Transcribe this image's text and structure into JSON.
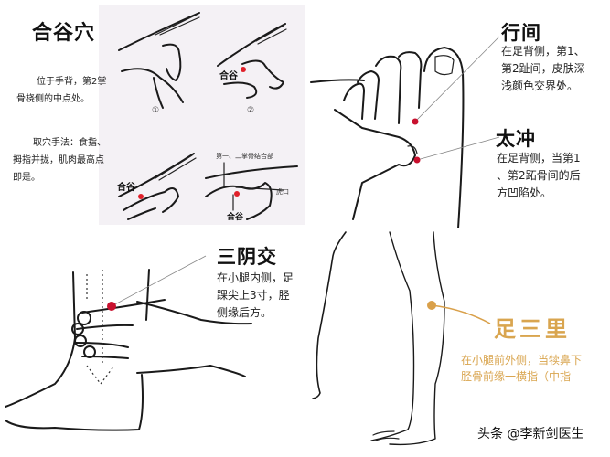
{
  "panels": {
    "hegu": {
      "title": "合谷穴",
      "location_text": [
        "位于手背，第2掌",
        "骨桡侧的中点处。"
      ],
      "method_text": [
        "取穴手法：食指、",
        "拇指并拢，肌肉最高点",
        "即是。"
      ],
      "figure_labels": {
        "fig1": "①",
        "fig2": "②",
        "point_label_fig2": "合谷",
        "point_label_fig3": "合谷",
        "junction_label": "第一、二掌骨结合部",
        "tiger_mouth_label": "虎口",
        "point_label_fig4": "合谷"
      },
      "point_color": "#e0202a"
    },
    "xingjian_taichong": {
      "xingjian": {
        "title": "行间",
        "text": [
          "在足背侧，第1、",
          "第2趾间，皮肤深",
          "浅颜色交界处。"
        ]
      },
      "taichong": {
        "title": "太冲",
        "text": [
          "在足背侧，当第1",
          "、第2跖骨间的后",
          "方凹陷处。"
        ]
      },
      "point_color": "#c8102e"
    },
    "sanyinjiao": {
      "title": "三阴交",
      "text": [
        "在小腿内侧，足",
        "踝尖上3寸，胫",
        "侧缘后方。"
      ],
      "point_color": "#c8102e"
    },
    "zusanli": {
      "title": "足三里",
      "text": [
        "在小腿前外侧，当犊鼻下",
        "胫骨前缘一横指（中指"
      ],
      "point_color": "#d9a04a"
    }
  },
  "watermark": "头条 @李新剑医生"
}
